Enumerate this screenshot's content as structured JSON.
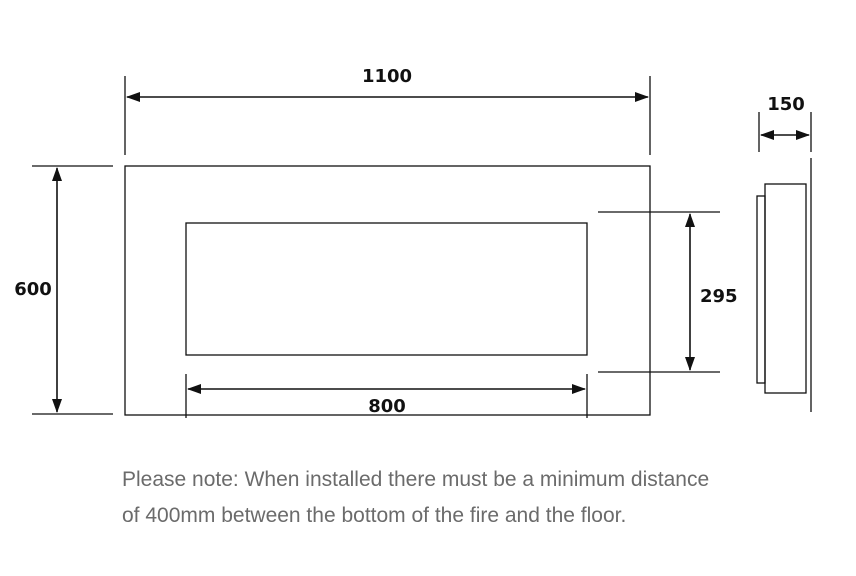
{
  "dimensions": {
    "width": "1100",
    "height": "600",
    "depth": "150",
    "opening_height": "295",
    "opening_width": "800"
  },
  "note": {
    "line1": "Please note: When installed there must be a minimum distance",
    "line2": "of 400mm between the bottom of the fire and the floor."
  },
  "colors": {
    "line": "#111111",
    "text": "#6b6b6b"
  }
}
